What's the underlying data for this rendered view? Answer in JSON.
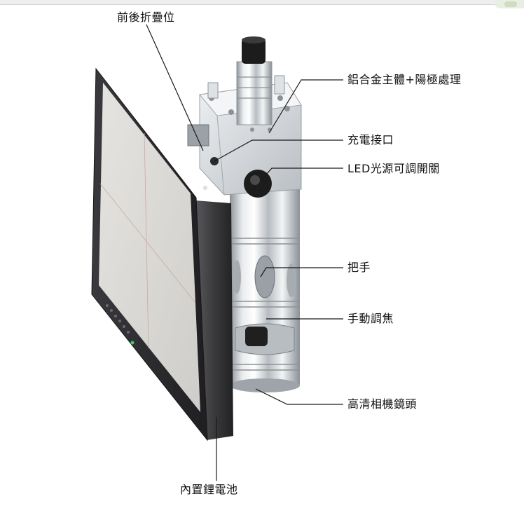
{
  "labels": {
    "fold": "前後折疊位",
    "body": "鋁合金主體+陽極處理",
    "charge": "充電接口",
    "led": "LED光源可調開關",
    "handle": "把手",
    "focus": "手動調焦",
    "lens": "高清相機鏡頭",
    "battery": "內置鋰電池"
  },
  "colors": {
    "leader_line": "#1a1a1a",
    "monitor_frame": "#2f2f33",
    "screen": "#d9d7d3",
    "metal": "#cfd3d6",
    "knob": "#1e1e1e"
  }
}
